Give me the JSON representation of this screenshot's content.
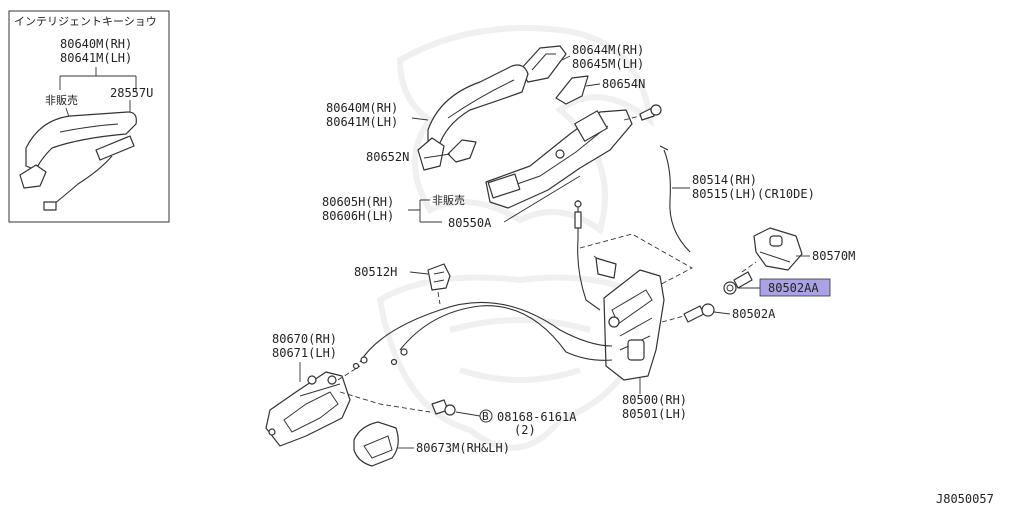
{
  "colors": {
    "highlight": "#a9a3e6",
    "line": "#333333",
    "watermark": "#efefef"
  },
  "inset": {
    "title": "インテリジェントキーショウ",
    "part_rh": "80640M(RH)",
    "part_lh": "80641M(LH)",
    "not_sold": "非販売",
    "sensor": "28557U"
  },
  "labels": {
    "p80644_rh": "80644M(RH)",
    "p80645_lh": "80645M(LH)",
    "p80654": "80654N",
    "p80640_rh": "80640M(RH)",
    "p80641_lh": "80641M(LH)",
    "p80652": "80652N",
    "p80514_rh": "80514(RH)",
    "p80515_lh": "80515(LH)(CR10DE)",
    "p80605_rh": "80605H(RH)",
    "p80606_lh": "80606H(LH)",
    "not_sold": "非販売",
    "p80550": "80550A",
    "p80570": "80570M",
    "p80512": "80512H",
    "p80502aa": "80502AA",
    "p80502a": "80502A",
    "p80670_rh": "80670(RH)",
    "p80671_lh": "80671(LH)",
    "bolt_circle": "B",
    "bolt_no": "08168-6161A",
    "bolt_qty": "(2)",
    "p80500_rh": "80500(RH)",
    "p80501_lh": "80501(LH)",
    "p80673": "80673M(RH&LH)"
  },
  "diagram_id": "J8050057"
}
